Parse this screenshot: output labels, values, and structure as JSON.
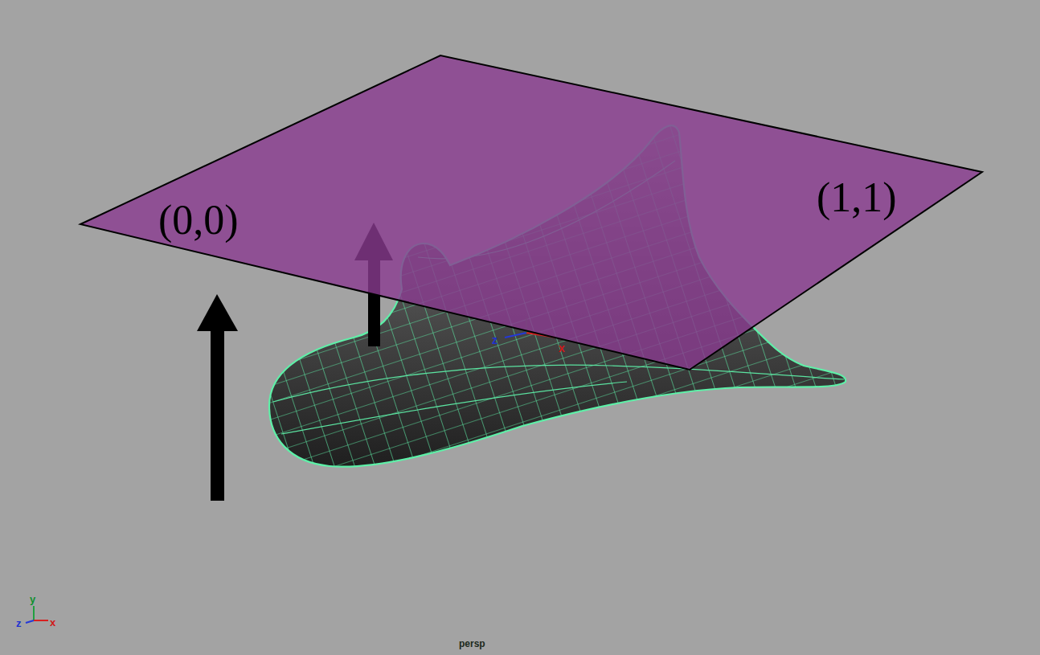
{
  "diagram": {
    "labels": [
      "(0,0)",
      "(1,1)",
      "z",
      "x",
      "y",
      "z",
      "x",
      "persp"
    ]
  }
}
